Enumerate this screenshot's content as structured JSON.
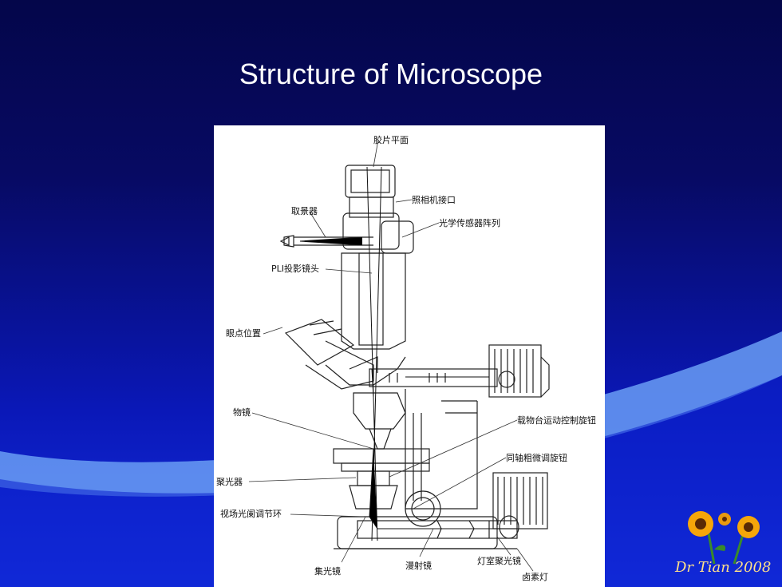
{
  "slide": {
    "title": "Structure of Microscope",
    "signature": "Dr Tian 2008"
  },
  "diagram": {
    "labels": {
      "film_plane": "胶片平面",
      "camera_port": "照相机接口",
      "viewfinder": "取景器",
      "optical_sensor_array": "光学传感器阵列",
      "pli_projection_lens": "PLI投影镜头",
      "eyepoint_position": "眼点位置",
      "objective": "物镜",
      "stage_motion_knob": "载物台运动控制旋钮",
      "coaxial_focus_knob": "同轴粗微调旋钮",
      "condenser": "聚光器",
      "field_diaphragm_ring": "视场光阑调节环",
      "collector_lens": "集光镜",
      "diffuser": "漫射镜",
      "lamphouse_condenser": "灯室聚光镜",
      "halogen_lamp": "卤素灯"
    }
  },
  "colors": {
    "background_top": "#04064a",
    "background_bottom": "#1530e0",
    "title": "#ffffff"
  }
}
